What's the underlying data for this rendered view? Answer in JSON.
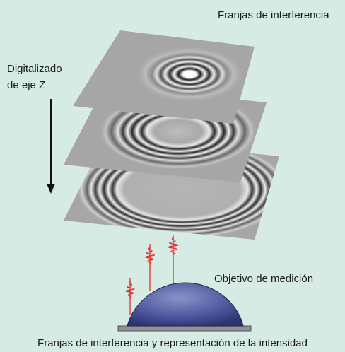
{
  "title": "Franjas de interferencia",
  "z_label_line1": "Digitalizado",
  "z_label_line2": "de eje Z",
  "objective_label": "Objetivo de medición",
  "caption": "Franjas de interferencia y representación de la intensidad",
  "colors": {
    "background": "#d6ebe3",
    "plane": "#a6a6a6",
    "fringe_dark": "#2a2a2a",
    "fringe_light": "#f2f2f2",
    "dome": "#4f5aa0",
    "base": "#8f9096",
    "wave": "#e0312e",
    "arrow": "#111111"
  },
  "icons": {
    "arrow": "down-arrow-icon",
    "dome": "measurement-object-dome",
    "waves": "intensity-wave-packet"
  }
}
